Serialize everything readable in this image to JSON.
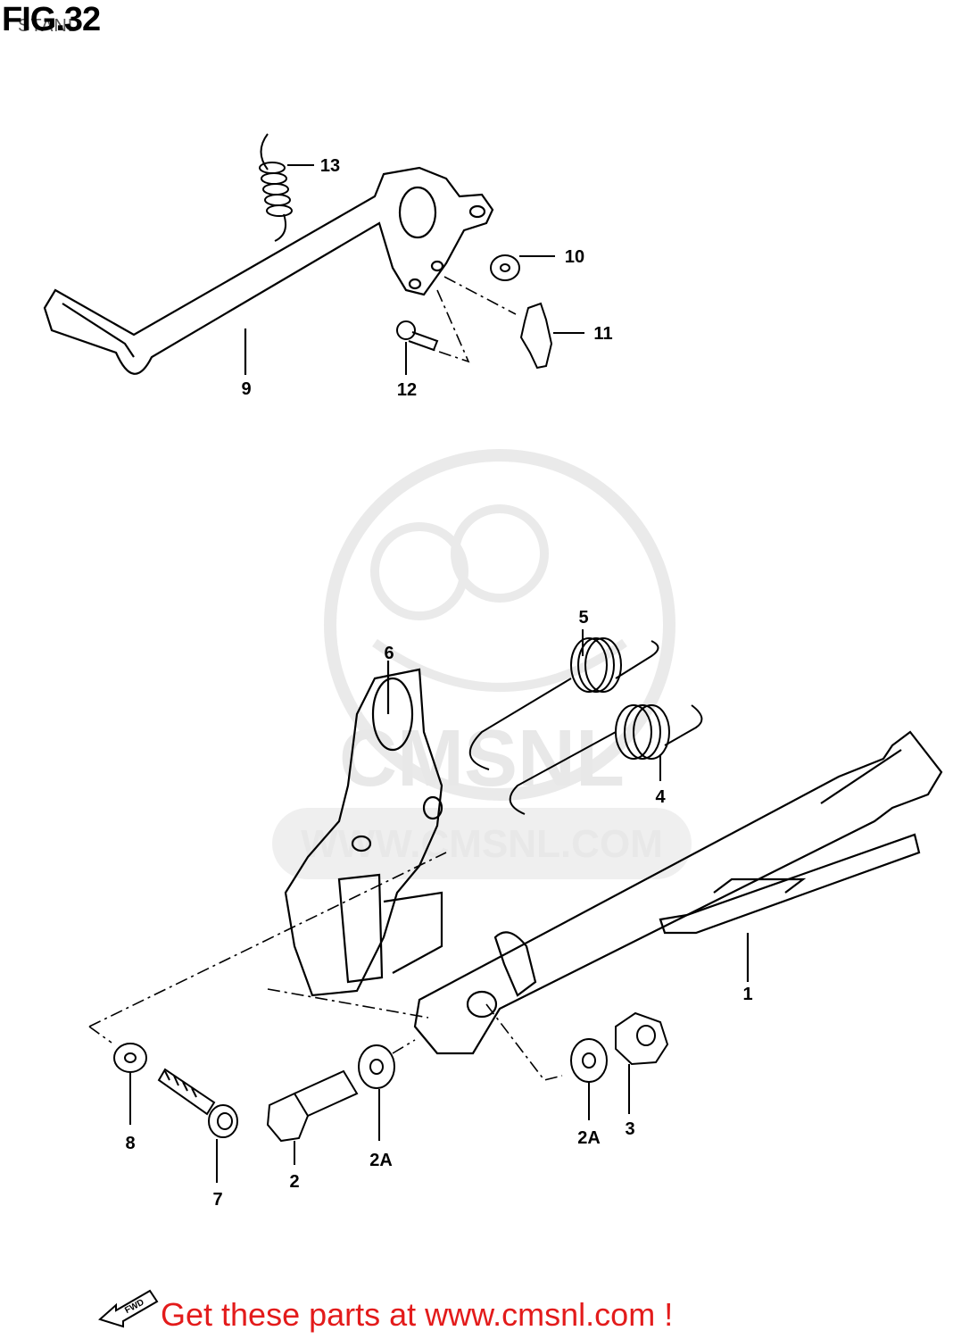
{
  "figure": {
    "number_label": "FIG.32",
    "subtitle": "STAND"
  },
  "watermark": {
    "brand": "CMSNL",
    "url": "WWW.CMSNL.COM"
  },
  "parts": [
    {
      "id": "p1",
      "label": "1"
    },
    {
      "id": "p2",
      "label": "2"
    },
    {
      "id": "p2a_left",
      "label": "2A"
    },
    {
      "id": "p2a_right",
      "label": "2A"
    },
    {
      "id": "p3",
      "label": "3"
    },
    {
      "id": "p4",
      "label": "4"
    },
    {
      "id": "p5",
      "label": "5"
    },
    {
      "id": "p6",
      "label": "6"
    },
    {
      "id": "p7",
      "label": "7"
    },
    {
      "id": "p8",
      "label": "8"
    },
    {
      "id": "p9",
      "label": "9"
    },
    {
      "id": "p10",
      "label": "10"
    },
    {
      "id": "p11",
      "label": "11"
    },
    {
      "id": "p12",
      "label": "12"
    },
    {
      "id": "p13",
      "label": "13"
    }
  ],
  "fwd_badge": "FWD",
  "footer": {
    "text": "Get these parts at www.cmsnl.com !",
    "color": "#e31b1b"
  }
}
